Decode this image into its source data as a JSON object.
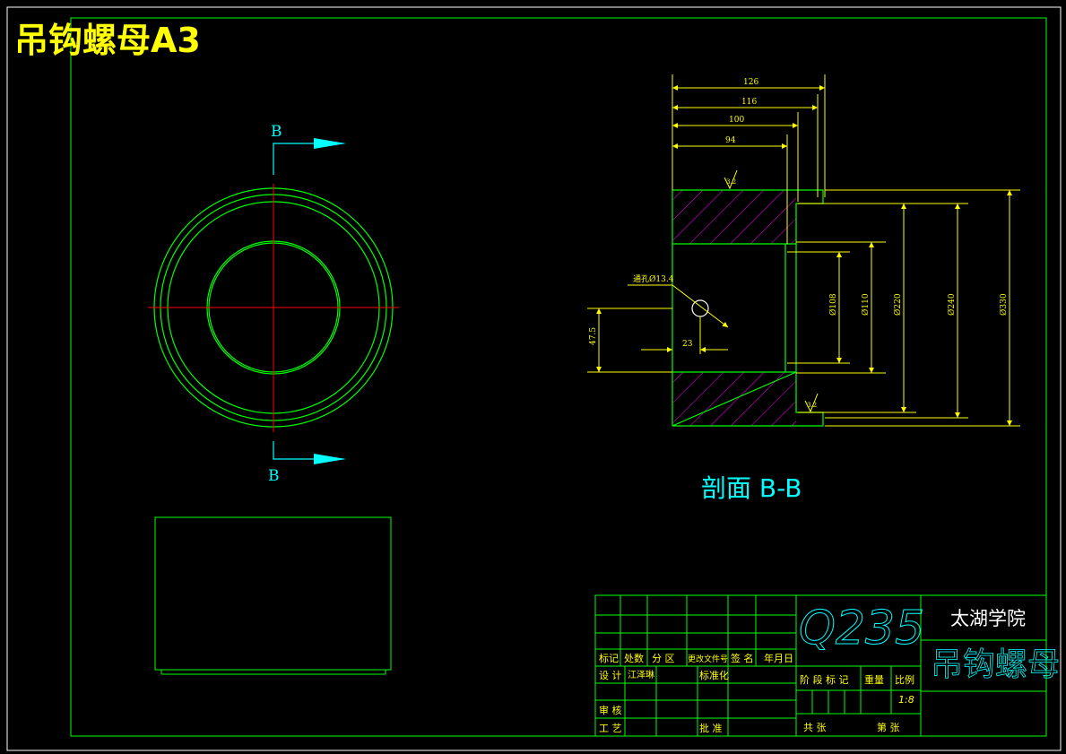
{
  "drawing": {
    "title": "吊钩螺母A3",
    "section_title": "剖面 B-B",
    "section_mark_top": "B",
    "section_mark_bottom": "B"
  },
  "dimensions": {
    "d126": "126",
    "d116": "116",
    "d100": "100",
    "d94": "94",
    "through_hole": "通孔Ø13.4",
    "d47_5": "47.5",
    "d23": "23",
    "phi108": "Ø108",
    "phi110": "Ø110",
    "phi220": "Ø220",
    "phi240": "Ø240",
    "phi330": "Ø330",
    "roughness_top": "3.2",
    "roughness_bottom": "3.2"
  },
  "title_block": {
    "material": "Q235",
    "school": "太湖学院",
    "part_name": "吊钩螺母",
    "h_mark": "标记",
    "h_count": "处数",
    "h_zone": "分 区",
    "h_docno": "更改文件号",
    "h_sign": "签 名",
    "h_date": "年月日",
    "design_label": "设 计",
    "designer": "江泽琳",
    "standardize": "标准化",
    "review": "审 核",
    "process": "工 艺",
    "approve": "批 准",
    "stage_mark": "阶 段 标 记",
    "weight": "重量",
    "scale_label": "比例",
    "scale_value": "1:8",
    "total_sheets": "共   张",
    "sheet_no": "第   张"
  },
  "colors": {
    "background": "#000000",
    "frame": "#00ff00",
    "white": "#ffffff",
    "yellow": "#ffff00",
    "cyan": "#00ffff",
    "red": "#ff0000",
    "magenta": "#ff00ff"
  }
}
